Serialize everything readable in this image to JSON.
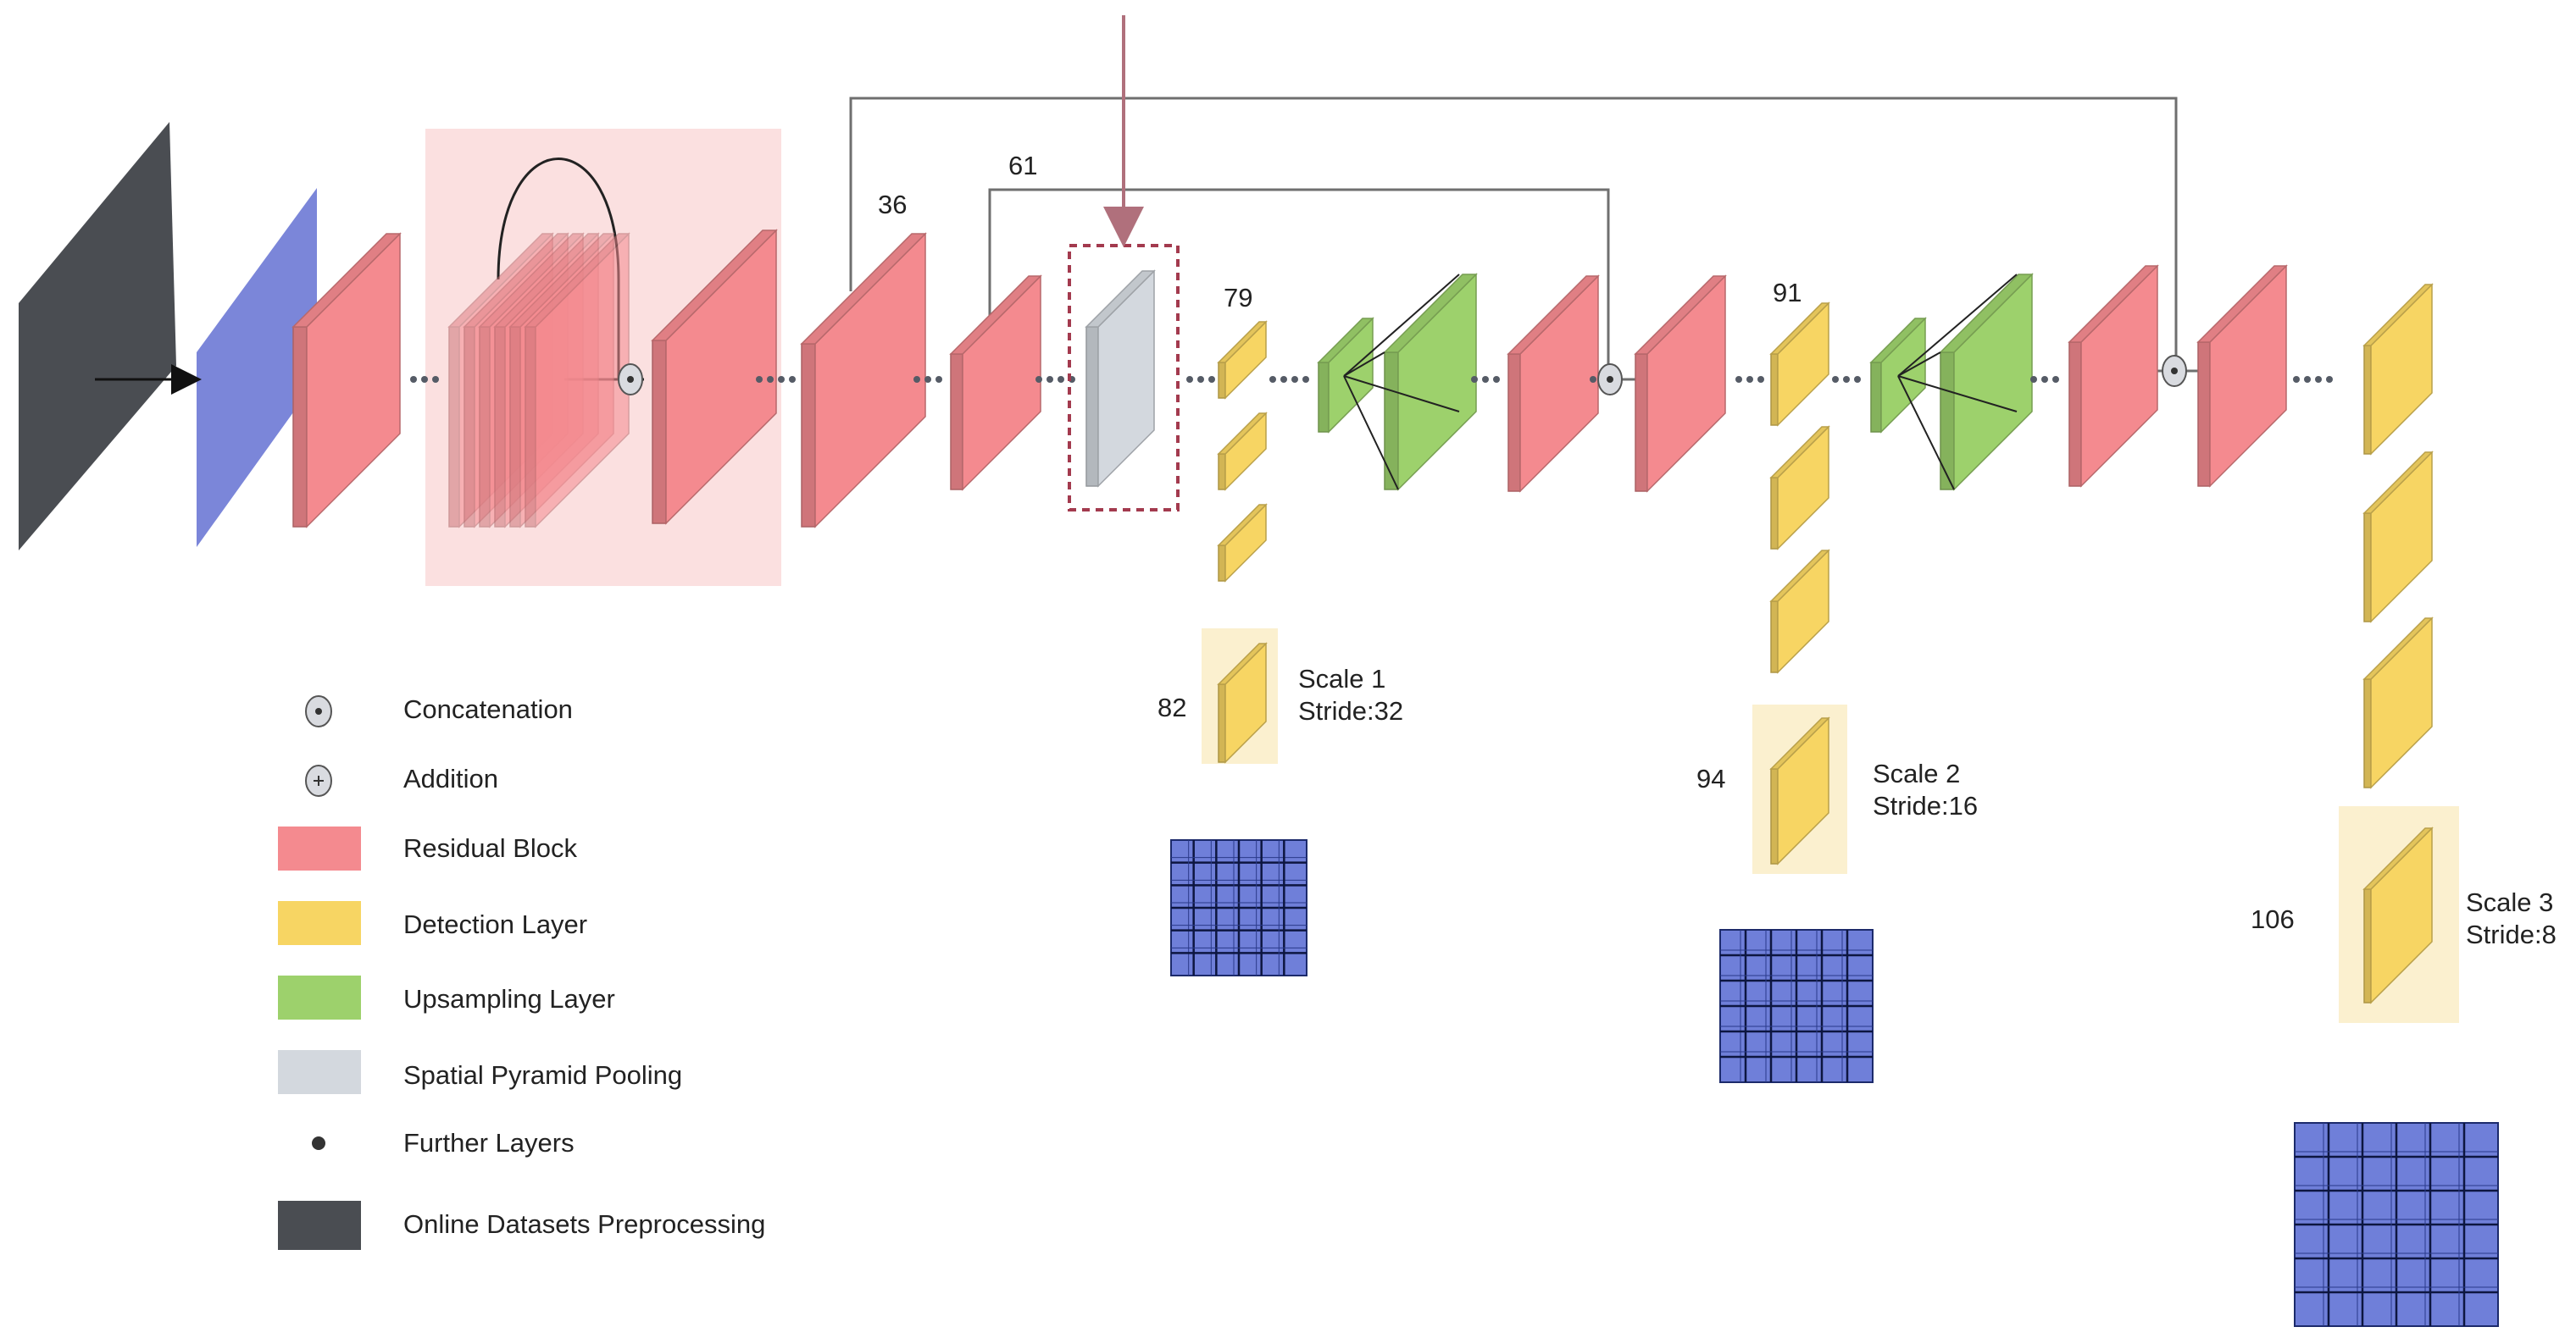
{
  "colors": {
    "residual": "#f48a8f",
    "detection": "#f7d563",
    "upsampling": "#9dd16c",
    "spp": "#d3d8de",
    "input": "#4a4d52",
    "pre": "#7b86d9",
    "grid": "#6f7fd9",
    "spp_box": "#a33a4e",
    "arrow": "#b0707c",
    "dots": "#555b66"
  },
  "layer_numbers": {
    "n36": "36",
    "n61": "61",
    "n79": "79",
    "n82": "82",
    "n91": "91",
    "n94": "94",
    "n106": "106"
  },
  "scales": [
    {
      "scale": "Scale 1",
      "stride": "Stride:32"
    },
    {
      "scale": "Scale 2",
      "stride": "Stride:16"
    },
    {
      "scale": "Scale 3",
      "stride": "Stride:8"
    }
  ],
  "legend": [
    {
      "label": "Concatenation",
      "icon": "concatenation-icon"
    },
    {
      "label": "Addition",
      "icon": "addition-icon"
    },
    {
      "label": "Residual Block",
      "icon": "residual-block-swatch"
    },
    {
      "label": "Detection Layer",
      "icon": "detection-layer-swatch"
    },
    {
      "label": "Upsampling Layer",
      "icon": "upsampling-layer-swatch"
    },
    {
      "label": "Spatial Pyramid Pooling",
      "icon": "spp-swatch"
    },
    {
      "label": "Further Layers",
      "icon": "dot-icon"
    },
    {
      "label": "Online Datasets Preprocessing",
      "icon": "input-swatch"
    }
  ]
}
